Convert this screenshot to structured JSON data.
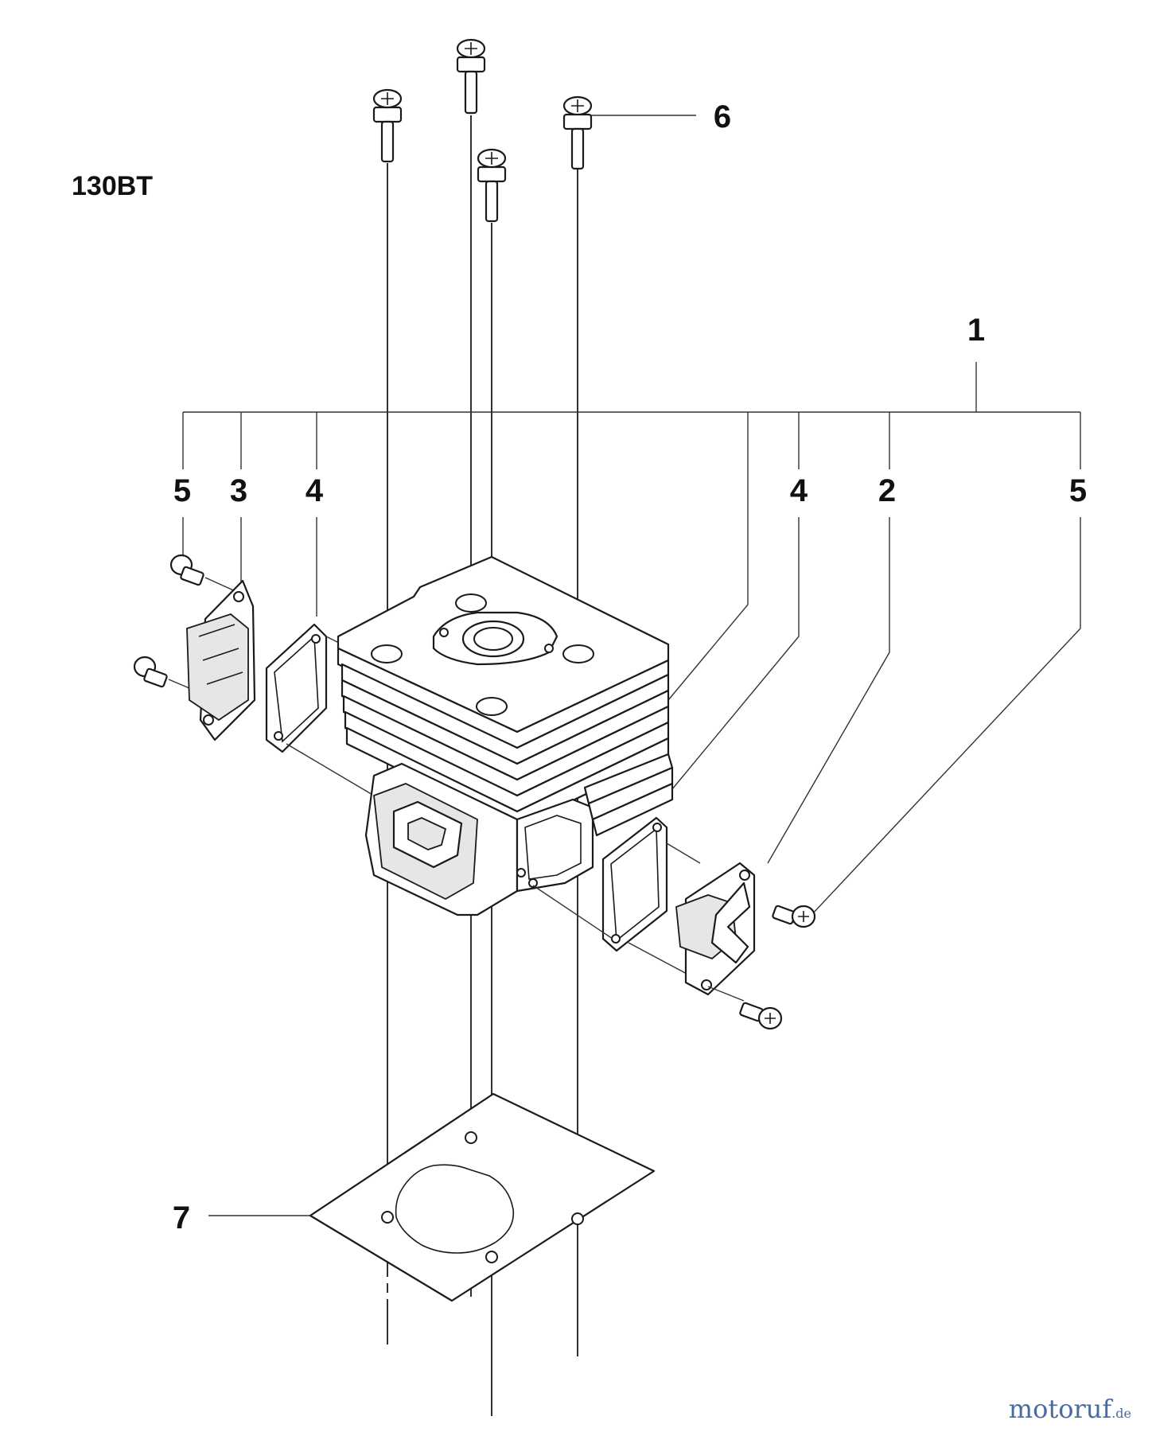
{
  "title": "130BT",
  "callouts": {
    "c1": "1",
    "c2": "2",
    "c3": "3",
    "c4a": "4",
    "c4b": "4",
    "c5a": "5",
    "c5b": "5",
    "c6": "6",
    "c7": "7"
  },
  "watermark": {
    "name": "motoruf",
    "tld": ".de"
  },
  "colors": {
    "ink": "#1a1a1a",
    "watermark_blue": "#4a6aa0",
    "watermark_orange": "#d2691e"
  }
}
